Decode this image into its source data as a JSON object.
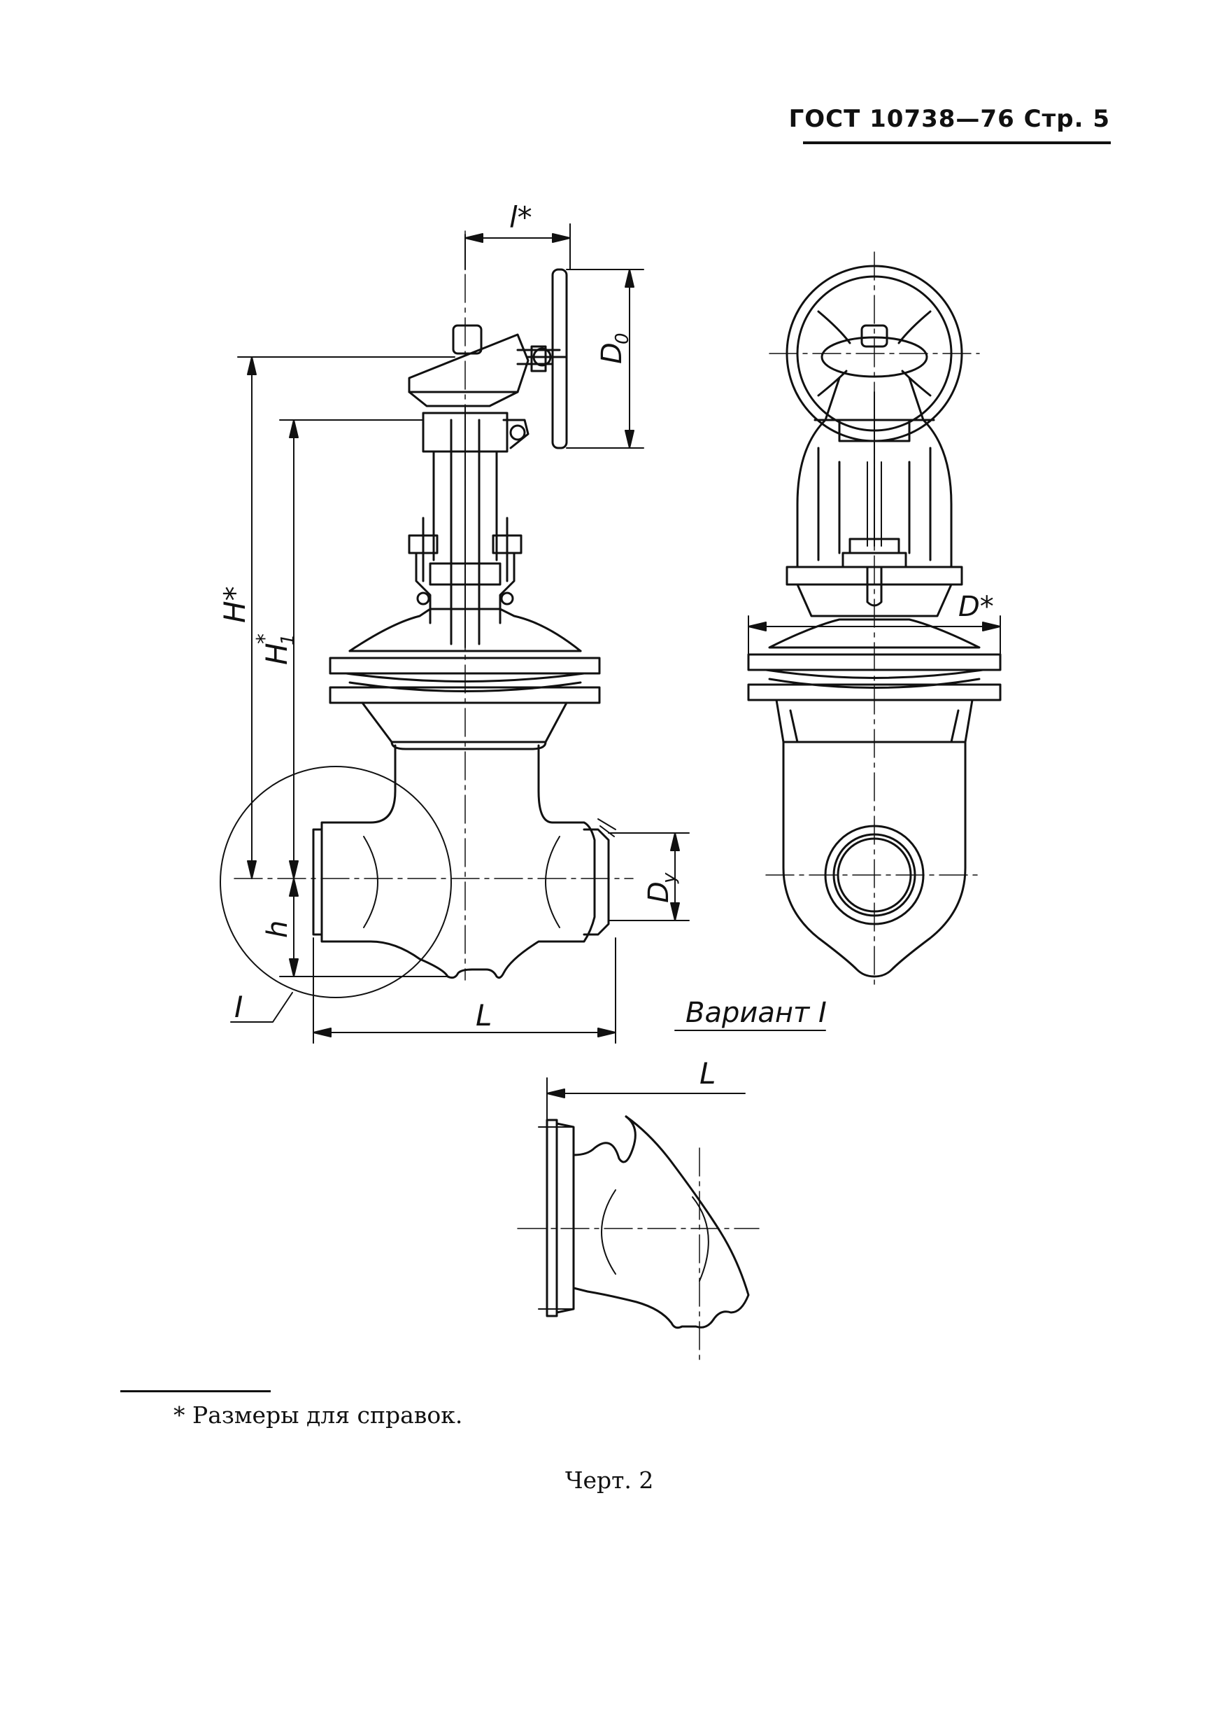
{
  "header": {
    "standard": "ГОСТ 10738—76",
    "page": "Стр. 5"
  },
  "labels": {
    "l_star": "l*",
    "D0": "D",
    "D0_sub": "0",
    "H_star": "H*",
    "H1_star": "H",
    "H1_sub": "1",
    "H1_sup": "*",
    "D_star": "D*",
    "Dy": "D",
    "Dy_sub": "y",
    "h": "h",
    "L_main": "L",
    "L_variant": "L",
    "detail_mark": "I",
    "variant": "Вариант I"
  },
  "footnote": "* Размеры для справок.",
  "caption": "Черт. 2"
}
